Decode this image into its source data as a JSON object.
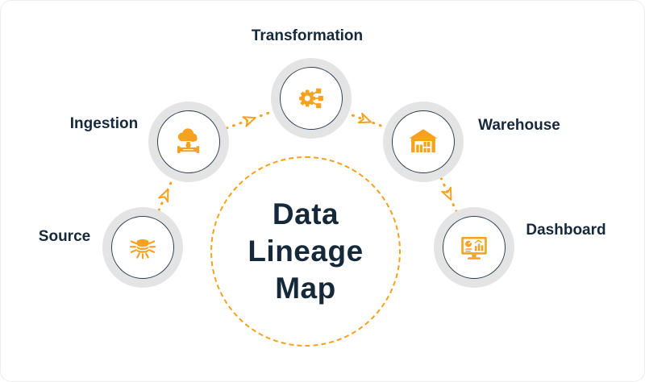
{
  "diagram": {
    "type": "circular-flow-infographic",
    "center": {
      "title": "Data Lineage Map",
      "title_lines": [
        "Data",
        "Lineage",
        "Map"
      ]
    },
    "nodes": [
      {
        "id": "source",
        "label": "Source",
        "icon": "database-source-icon"
      },
      {
        "id": "ingestion",
        "label": "Ingestion",
        "icon": "cloud-pipeline-icon"
      },
      {
        "id": "transformation",
        "label": "Transformation",
        "icon": "gear-circuit-icon"
      },
      {
        "id": "warehouse",
        "label": "Warehouse",
        "icon": "warehouse-building-icon"
      },
      {
        "id": "dashboard",
        "label": "Dashboard",
        "icon": "monitor-analytics-icon"
      }
    ],
    "edges": [
      {
        "from": "Source",
        "to": "Ingestion"
      },
      {
        "from": "Ingestion",
        "to": "Transformation"
      },
      {
        "from": "Transformation",
        "to": "Warehouse"
      },
      {
        "from": "Warehouse",
        "to": "Dashboard"
      }
    ],
    "colors": {
      "accent_orange": "#F6A21E",
      "navy_text": "#16293B",
      "node_ring_gray": "#E4E4E4",
      "node_border_navy": "#2E3F50",
      "background": "#FFFFFF"
    }
  }
}
